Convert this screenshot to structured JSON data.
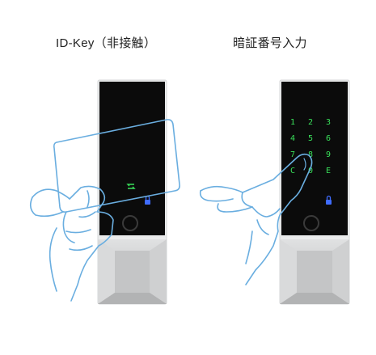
{
  "panels": {
    "contactless": {
      "title": "ID-Key（非接触）"
    },
    "pin": {
      "title": "暗証番号入力",
      "keypad": [
        "1",
        "2",
        "3",
        "4",
        "5",
        "6",
        "7",
        "8",
        "9",
        "C",
        "0",
        "E"
      ]
    }
  },
  "colors": {
    "device_screen": "#0a0a0a",
    "device_body": "#ececec",
    "device_base": "#c8c9ca",
    "keypad_green": "#39e05a",
    "lock_blue": "#3f6cff",
    "hand_outline": "#6aaee0",
    "title_text": "#222222"
  },
  "icons": {
    "reader": "card-reader-icon",
    "lock": "lock-icon",
    "fingerprint": "fingerprint-sensor"
  }
}
